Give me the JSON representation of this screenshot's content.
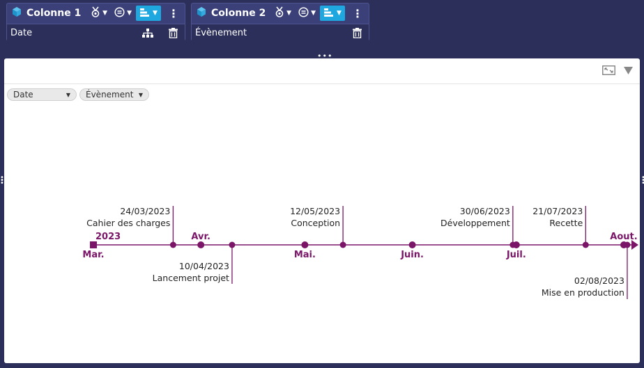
{
  "columns": [
    {
      "title": "Colonne 1",
      "field": "Date"
    },
    {
      "title": "Colonne 2",
      "field": "Évènement"
    }
  ],
  "filters": [
    {
      "label": "Date"
    },
    {
      "label": "Évènement"
    }
  ],
  "icons": {
    "column": "cube-icon",
    "measure": "medal-icon",
    "aggregate": "equals-circle-icon",
    "sort": "bars-sort-icon",
    "menu": "kebab-icon",
    "hierarchy": "hierarchy-icon",
    "delete": "trash-icon",
    "expand": "expand-icon",
    "filter": "funnel-icon"
  },
  "colors": {
    "accent": "#7a1568",
    "header_bg": "#2b2f5a",
    "card_bg": "#3b4178",
    "sort_button": "#1fa7e0"
  },
  "chart_data": {
    "type": "timeline",
    "year_label": "2023",
    "months": [
      {
        "label": "Mar.",
        "date": "2023-03-01",
        "marker": "square"
      },
      {
        "label": "Avr.",
        "date": "2023-04-01"
      },
      {
        "label": "Mai.",
        "date": "2023-05-01"
      },
      {
        "label": "Juin.",
        "date": "2023-06-01"
      },
      {
        "label": "Juil.",
        "date": "2023-07-01"
      },
      {
        "label": "Aout.",
        "date": "2023-08-01"
      }
    ],
    "events": [
      {
        "date": "2023-03-24",
        "date_label": "24/03/2023",
        "name": "Cahier des charges",
        "side": "above"
      },
      {
        "date": "2023-04-10",
        "date_label": "10/04/2023",
        "name": "Lancement projet",
        "side": "below"
      },
      {
        "date": "2023-05-12",
        "date_label": "12/05/2023",
        "name": "Conception",
        "side": "above"
      },
      {
        "date": "2023-06-30",
        "date_label": "30/06/2023",
        "name": "Développement",
        "side": "above"
      },
      {
        "date": "2023-07-21",
        "date_label": "21/07/2023",
        "name": "Recette",
        "side": "above"
      },
      {
        "date": "2023-08-02",
        "date_label": "02/08/2023",
        "name": "Mise en production",
        "side": "below"
      }
    ]
  }
}
